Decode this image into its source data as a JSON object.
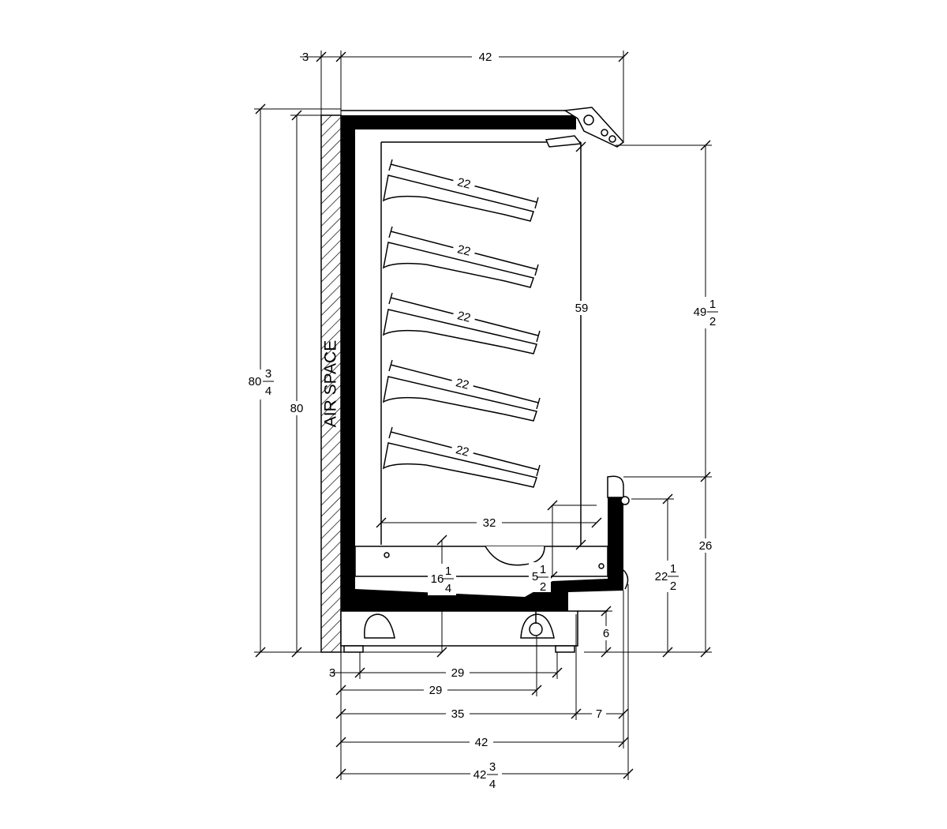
{
  "labels": {
    "air_space": "AIR SPACE"
  },
  "dimensions": {
    "top_3": "3",
    "top_42": "42",
    "height_80_whole": "80",
    "height_80_num": "3",
    "height_80_den": "4",
    "height_80": "80",
    "shelf_22": "22",
    "height_59": "59",
    "height_49_whole": "49",
    "height_49_num": "1",
    "height_49_den": "2",
    "depth_32": "32",
    "h16_whole": "16",
    "h16_num": "1",
    "h16_den": "4",
    "h5_whole": "5",
    "h5_num": "1",
    "h5_den": "2",
    "h22_whole": "22",
    "h22_num": "1",
    "h22_den": "2",
    "height_26": "26",
    "height_6": "6",
    "bottom_3": "3",
    "bottom_29_a": "29",
    "bottom_29_b": "29",
    "bottom_35": "35",
    "bottom_7": "7",
    "bottom_42": "42",
    "bottom_42_whole": "42",
    "bottom_42_num": "3",
    "bottom_42_den": "4"
  }
}
